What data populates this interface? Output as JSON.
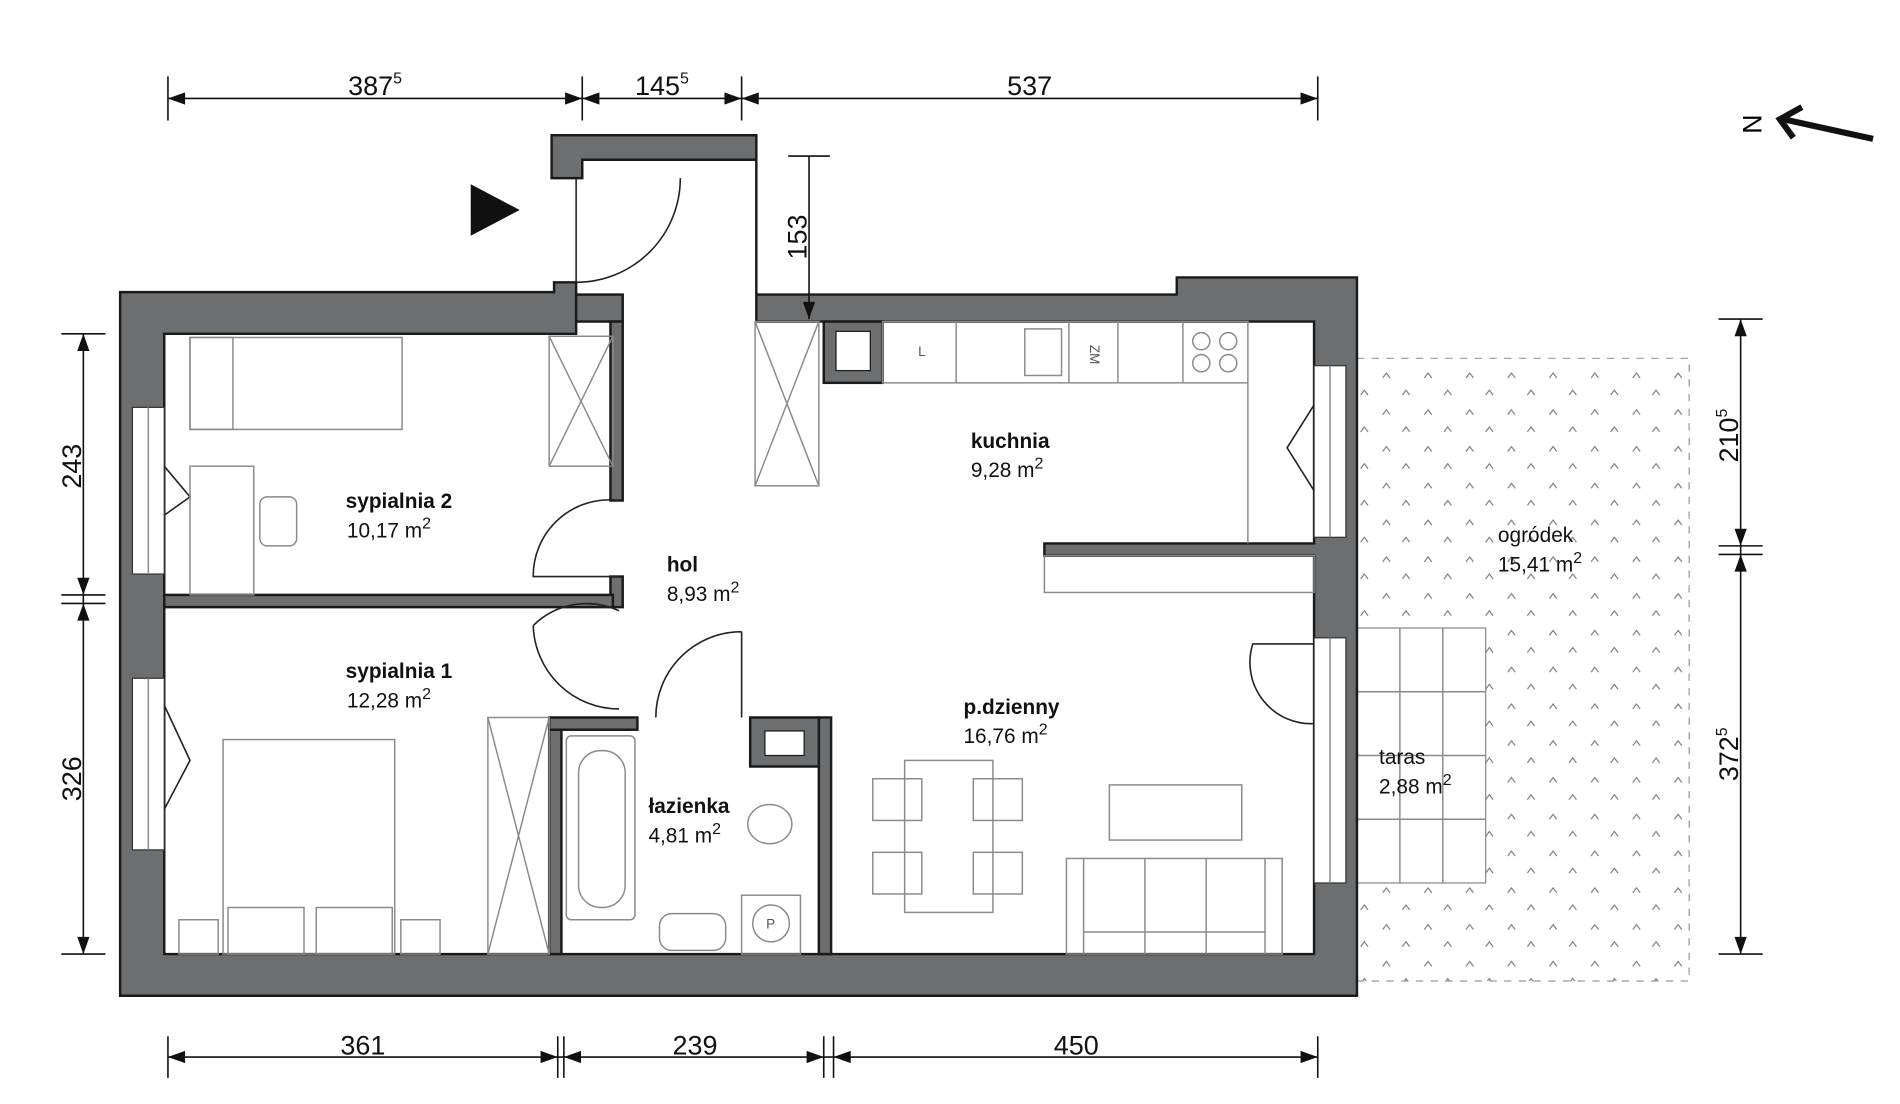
{
  "plan": {
    "rooms": [
      {
        "name": "sypialnia 2",
        "area": "10,17 m",
        "unit_sup": "2"
      },
      {
        "name": "sypialnia 1",
        "area": "12,28 m",
        "unit_sup": "2"
      },
      {
        "name": "hol",
        "area": "8,93 m",
        "unit_sup": "2"
      },
      {
        "name": "kuchnia",
        "area": "9,28 m",
        "unit_sup": "2"
      },
      {
        "name": "p.dzienny",
        "area": "16,76 m",
        "unit_sup": "2"
      },
      {
        "name": "łazienka",
        "area": "4,81 m",
        "unit_sup": "2"
      },
      {
        "name": "taras",
        "area": "2,88 m",
        "unit_sup": "2"
      },
      {
        "name": "ogródek",
        "area": "15,41 m",
        "unit_sup": "2"
      }
    ],
    "dimensions": {
      "top": [
        {
          "v": "387",
          "s": "5"
        },
        {
          "v": "145",
          "s": "5"
        },
        {
          "v": "537",
          "s": ""
        }
      ],
      "bottom": [
        {
          "v": "361",
          "s": ""
        },
        {
          "v": "239",
          "s": ""
        },
        {
          "v": "450",
          "s": ""
        }
      ],
      "left": [
        {
          "v": "243",
          "s": ""
        },
        {
          "v": "326",
          "s": ""
        }
      ],
      "right": [
        {
          "v": "210",
          "s": "5"
        },
        {
          "v": "372",
          "s": "5"
        }
      ],
      "entry": {
        "v": "153",
        "s": ""
      }
    },
    "fixtures": {
      "sink_label": "L",
      "dishwasher_label": "ZM",
      "washer_label": "P"
    },
    "north_label": "N",
    "colors": {
      "wall": "#6d6e70",
      "line": "#1a1a1a"
    }
  }
}
